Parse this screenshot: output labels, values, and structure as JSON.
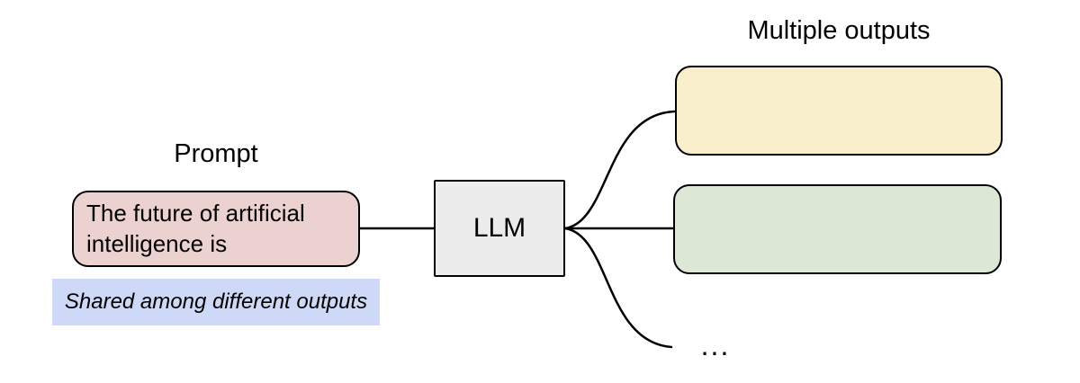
{
  "diagram": {
    "prompt": {
      "label": "Prompt",
      "text": "The future of artificial intelligence is",
      "note": "Shared among different outputs"
    },
    "llm": {
      "label": "LLM"
    },
    "outputs": {
      "label": "Multiple outputs",
      "more_indicator": "..."
    },
    "colors": {
      "prompt_fill": "#ecd1d1",
      "llm_fill": "#ececec",
      "output1_fill": "#f9efcc",
      "output2_fill": "#dde7d5",
      "note_highlight": "#cdd9f6",
      "stroke": "#000000"
    }
  }
}
